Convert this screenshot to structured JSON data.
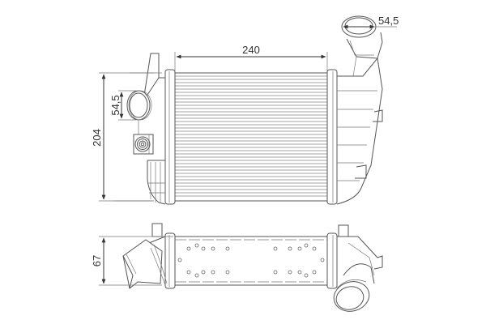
{
  "drawing": {
    "subject": "intercooler technical drawing",
    "views": [
      {
        "name": "front view",
        "dimensions": {
          "core_width": "240",
          "height": "204",
          "left_port_diameter": "54,5",
          "top_right_port_diameter": "54,5"
        }
      },
      {
        "name": "top view",
        "dimensions": {
          "depth": "67"
        }
      }
    ]
  },
  "dimensions": {
    "width_label": "240",
    "height_label": "204",
    "left_port_label": "54,5",
    "top_port_label": "54,5",
    "depth_label": "67"
  },
  "colors": {
    "line": "#555555",
    "background": "#ffffff"
  }
}
